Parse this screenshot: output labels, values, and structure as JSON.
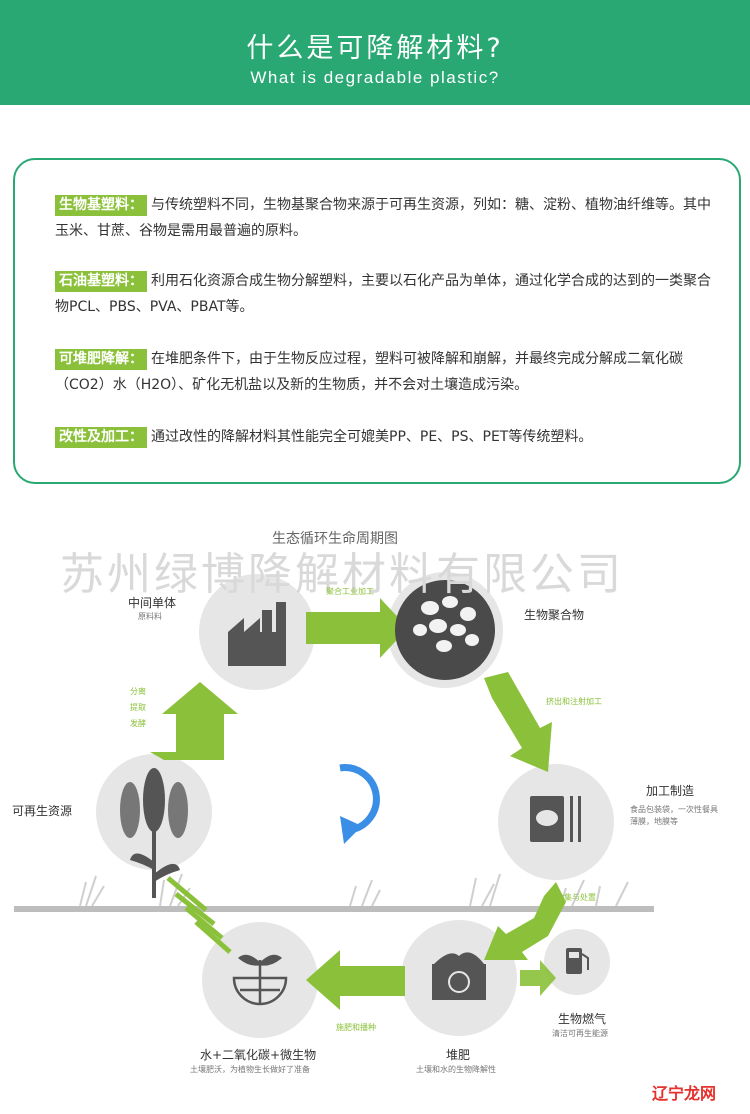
{
  "header": {
    "title_cn": "什么是可降解材料?",
    "title_en": "What is degradable plastic?"
  },
  "sections": [
    {
      "tag": "生物基塑料：",
      "text": "与传统塑料不同，生物基聚合物来源于可再生资源，列如：糖、淀粉、植物油纤维等。其中玉米、甘蔗、谷物是需用最普遍的原料。"
    },
    {
      "tag": "石油基塑料：",
      "text": "利用石化资源合成生物分解塑料，主要以石化产品为单体，通过化学合成的达到的一类聚合物PCL、PBS、PVA、PBAT等。"
    },
    {
      "tag": "可堆肥降解：",
      "text": "在堆肥条件下，由于生物反应过程，塑料可被降解和崩解，并最终完成分解成二氧化碳（CO2）水（H2O）、矿化无机盐以及新的生物质，并不会对土壤造成污染。"
    },
    {
      "tag": "改性及加工：",
      "text": "通过改性的降解材料其性能完全可媲美PP、PE、PS、PET等传统塑料。"
    }
  ],
  "diagram": {
    "title": "生态循环生命周期图",
    "watermark": "苏州绿博降解材料有限公司",
    "nodes": {
      "monomer": {
        "label": "中间单体",
        "sub": "原料料",
        "icon": "factory-icon"
      },
      "polymer": {
        "label": "生物聚合物",
        "icon": "pellets-icon"
      },
      "manufacture": {
        "label": "加工制造",
        "sub1": "食品包装袋，一次性餐具",
        "sub2": "薄膜，地膜等",
        "icon": "tableware-icon"
      },
      "compost": {
        "label": "堆肥",
        "sub": "土壤和水的生物降解性",
        "icon": "compost-bin-icon"
      },
      "water": {
        "label": "水+二氧化碳+微生物",
        "sub": "土壤肥沃，为植物生长做好了准备",
        "icon": "globe-plant-icon"
      },
      "renewable": {
        "label": "可再生资源",
        "icon": "corn-icon"
      },
      "biogas": {
        "label": "生物燃气",
        "sub": "清洁可再生能源",
        "icon": "fuel-pump-icon"
      }
    },
    "steps": {
      "polymerize": "聚合工业加工",
      "extrude": "挤出和注射加工",
      "collect": "收集与处置",
      "fertilize": "施肥和播种",
      "separate1": "分离",
      "separate2": "提取",
      "separate3": "发酵"
    },
    "center_icon": "cycle-arrow-icon",
    "corner_mark": "辽宁龙网",
    "colors": {
      "arrow": "#8bc13a",
      "circle": "#e6e6e6",
      "icon": "#555555",
      "accent": "#3a8ee6"
    }
  }
}
